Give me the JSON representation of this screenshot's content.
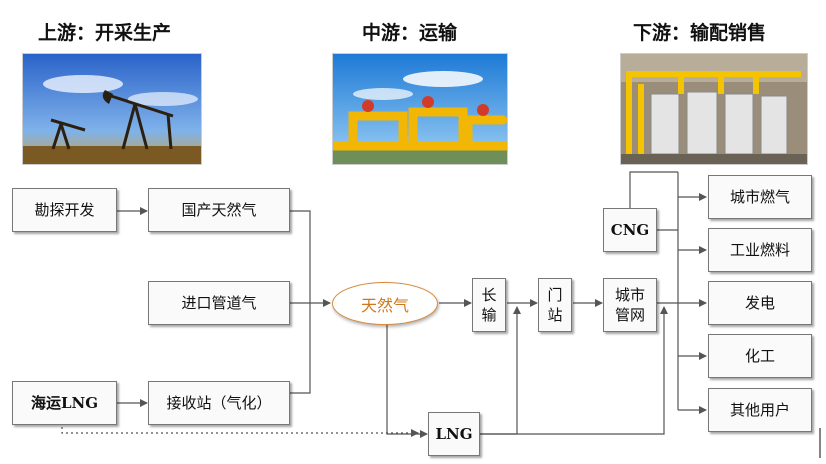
{
  "stages": {
    "upstream": "上游：开采生产",
    "midstream": "中游：运输",
    "downstream": "下游：输配销售"
  },
  "nodes": {
    "exploration": "勘探开发",
    "domestic_gas": "国产天然气",
    "import_pipeline": "进口管道气",
    "sea_lng": "海运LNG",
    "receiving_station": "接收站（气化）",
    "natural_gas": "天然气",
    "long_transport": "长输",
    "gate_station": "门站",
    "city_network": "城市管网",
    "cng": "CNG",
    "lng": "LNG"
  },
  "end_uses": [
    "城市燃气",
    "工业燃料",
    "发电",
    "化工",
    "其他用户"
  ],
  "colors": {
    "hub_border": "#d98b3a",
    "hub_text": "#d0781c",
    "line": "#555555"
  }
}
